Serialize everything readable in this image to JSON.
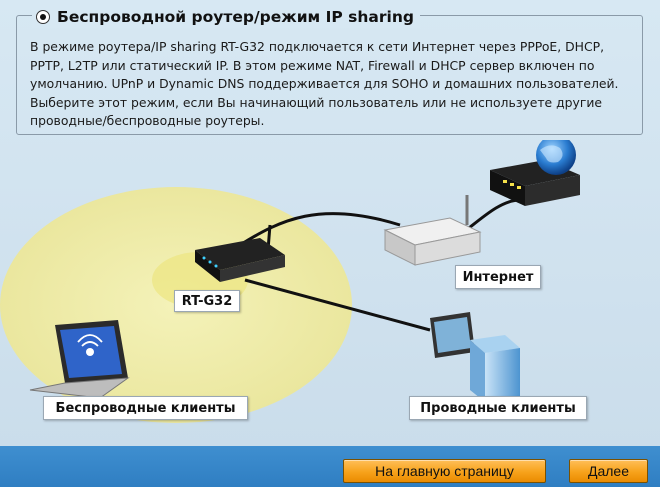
{
  "mode": {
    "title": "Беспроводной роутер/режим IP sharing",
    "selected": true,
    "description": "В режиме роутера/IP sharing RT-G32 подключается к сети Интернет через PPPoE, DHCP, PPTP, L2TP или статический IP. В этом режиме NAT, Firewall и DHCP сервер включен по умолчанию. UPnP и Dynamic DNS поддерживается для SOHO и домашних пользователей. Выберите этот режим, если Вы начинающий пользователь или не используете другие проводные/беспроводные роутеры."
  },
  "diagram": {
    "router_label": "RT-G32",
    "internet_label": "Интернет",
    "wireless_clients_label": "Беспроводные клиенты",
    "wired_clients_label": "Проводные клиенты"
  },
  "buttons": {
    "home": "На главную страницу",
    "next": "Далее"
  },
  "colors": {
    "button": "#f7a21b",
    "bottom_bar": "#2f7ec2",
    "coverage": "#f3f0a8"
  }
}
